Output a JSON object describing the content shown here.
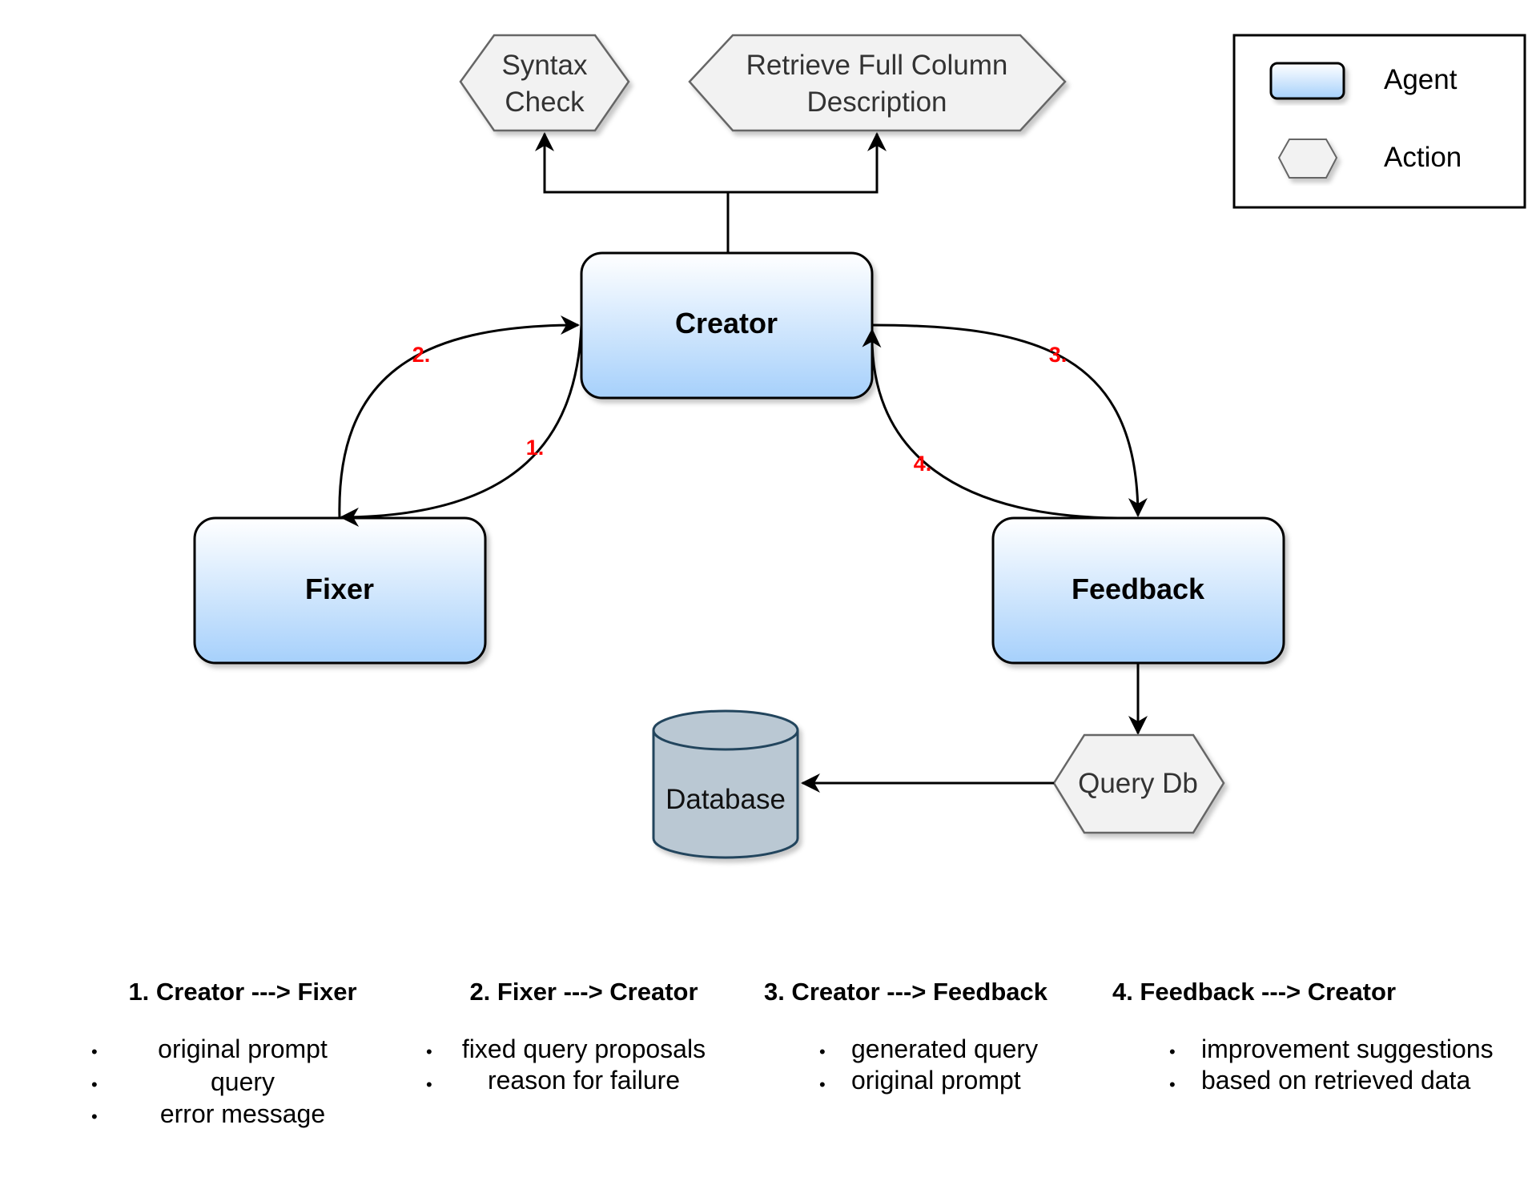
{
  "colors": {
    "agent_gradient_top": "#ffffff",
    "agent_gradient_bottom": "#a6d0fb",
    "action_fill": "#f2f2f2",
    "database_fill": "#bac8d3",
    "step_label": "#ff0000"
  },
  "agents": {
    "creator": "Creator",
    "fixer": "Fixer",
    "feedback": "Feedback"
  },
  "actions": {
    "syntax_check": [
      "Syntax",
      "Check"
    ],
    "retrieve_column": [
      "Retrieve Full Column",
      "Description"
    ],
    "query_db": "Query Db"
  },
  "database": "Database",
  "legend": {
    "agent": "Agent",
    "action": "Action"
  },
  "steps": {
    "s1": "1.",
    "s2": "2.",
    "s3": "3.",
    "s4": "4."
  },
  "notes": [
    {
      "title": "1. Creator ---> Fixer",
      "items": [
        "original prompt",
        "query",
        "error message"
      ]
    },
    {
      "title": "2. Fixer ---> Creator",
      "items": [
        "fixed query proposals",
        "reason for failure"
      ]
    },
    {
      "title": "3. Creator ---> Feedback",
      "items": [
        "generated query",
        "original prompt"
      ]
    },
    {
      "title": "4. Feedback ---> Creator",
      "items": [
        "improvement suggestions",
        "based on retrieved data"
      ]
    }
  ]
}
